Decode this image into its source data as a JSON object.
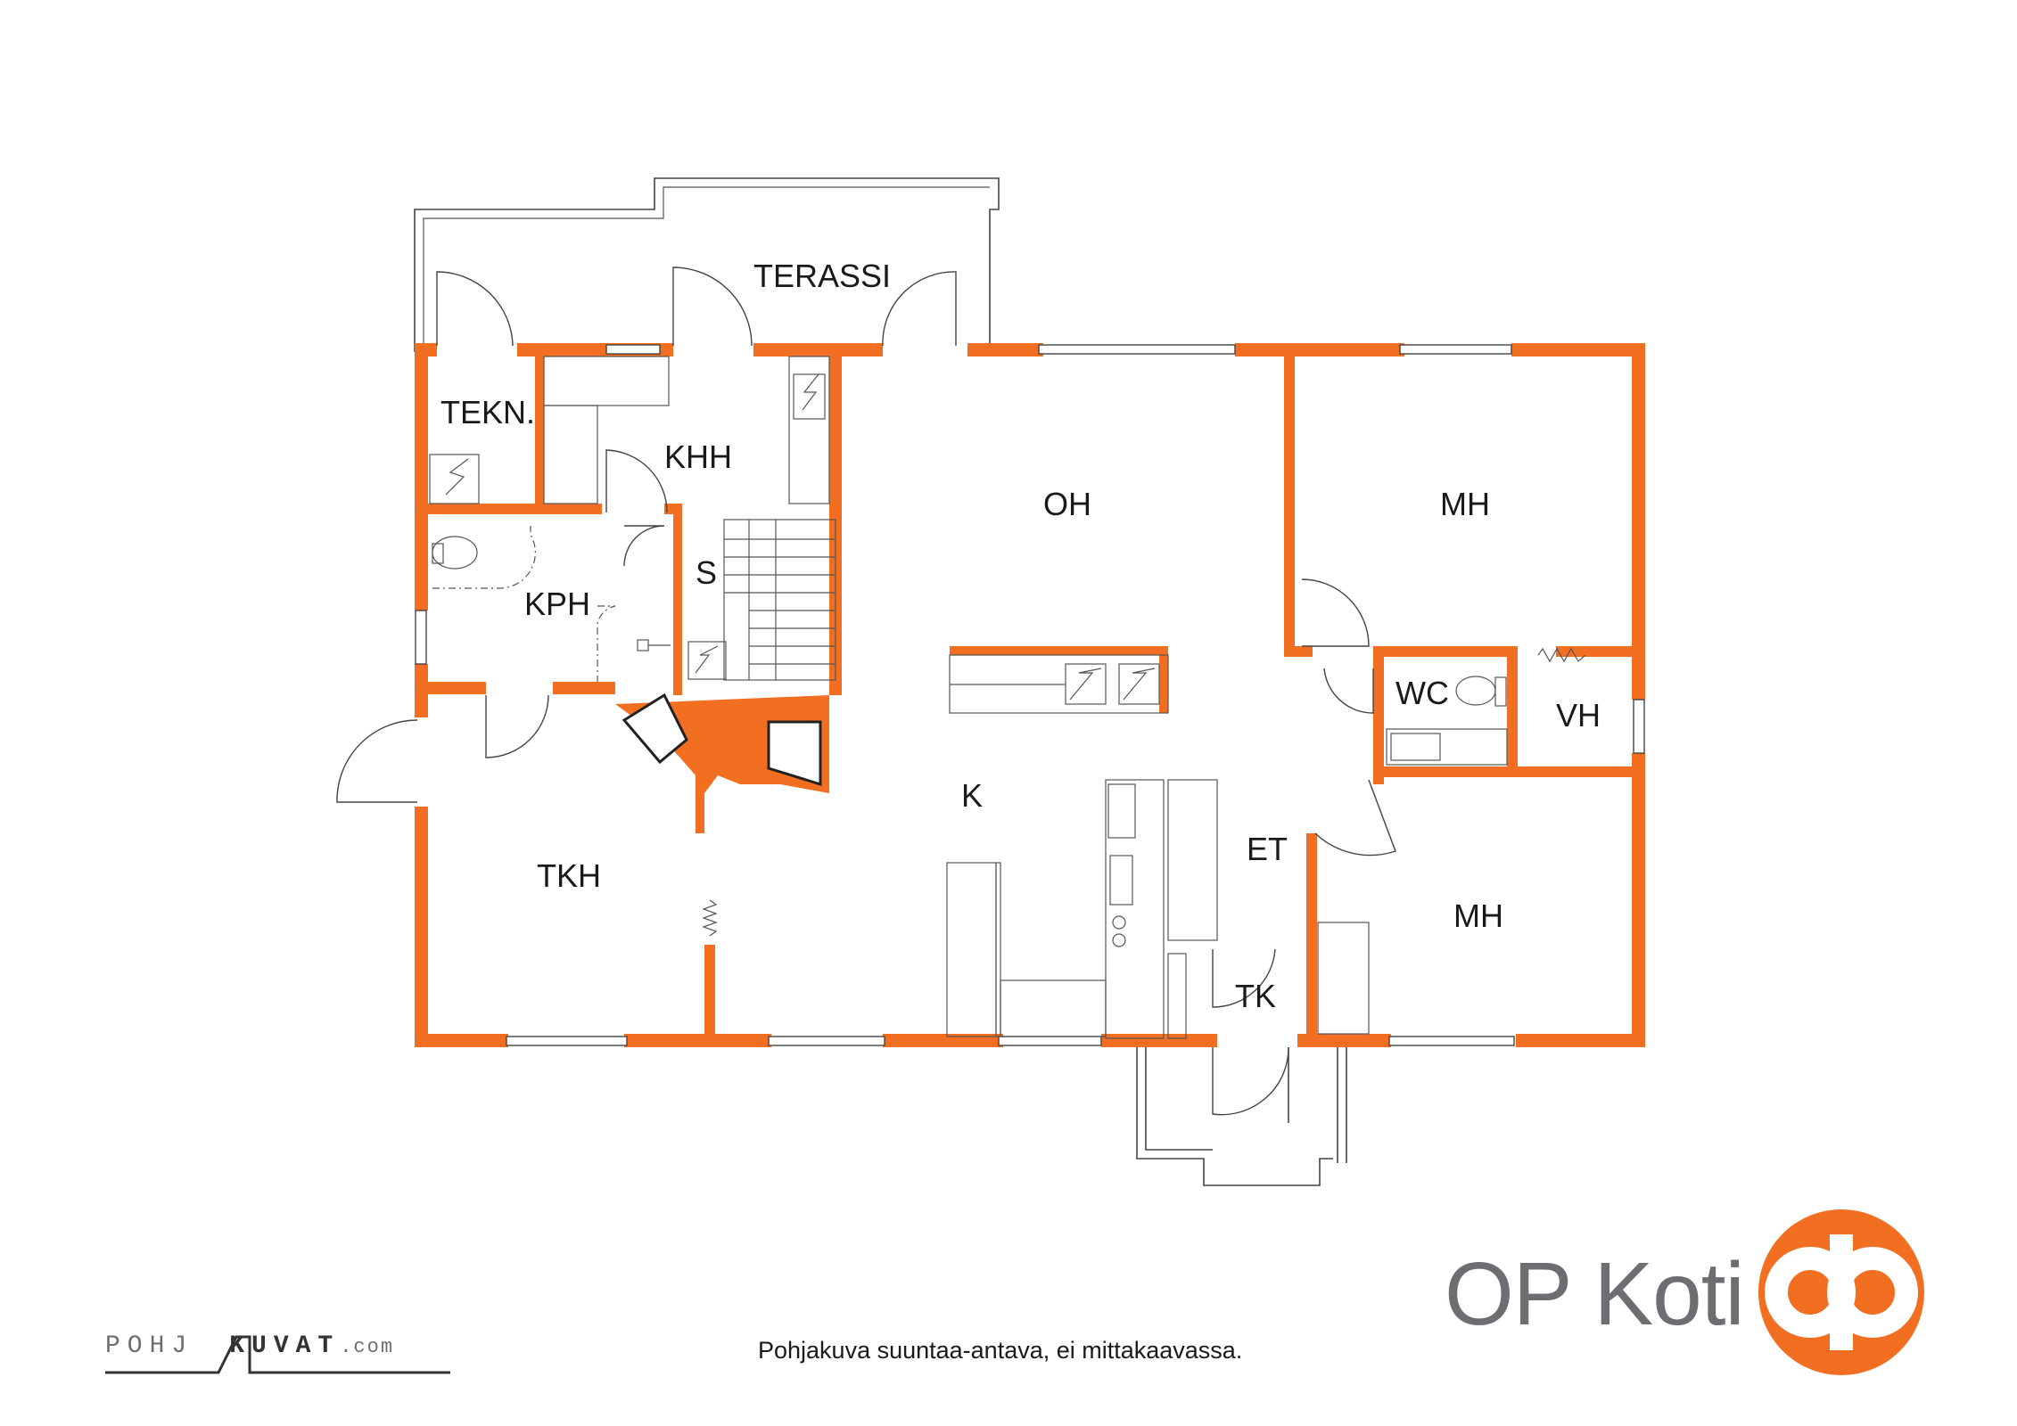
{
  "rooms": {
    "terassi": "TERASSI",
    "tekn": "TEKN.",
    "khh": "KHH",
    "oh": "OH",
    "mh_top": "MH",
    "kph": "KPH",
    "s": "S",
    "wc": "WC",
    "vh": "VH",
    "k": "K",
    "et": "ET",
    "tkh": "TKH",
    "mh_bottom": "MH",
    "tk": "TK"
  },
  "brand": {
    "name": "OP Koti",
    "logo": "op-logo",
    "color": "#f26f21"
  },
  "footer": {
    "disclaimer": "Pohjakuva suuntaa-antava, ei mittakaavassa.",
    "watermark_left": "POHJ",
    "watermark_right": "KUVAT",
    "watermark_domain": ".com"
  },
  "colors": {
    "wall": "#f26f21",
    "line": "#444444"
  }
}
